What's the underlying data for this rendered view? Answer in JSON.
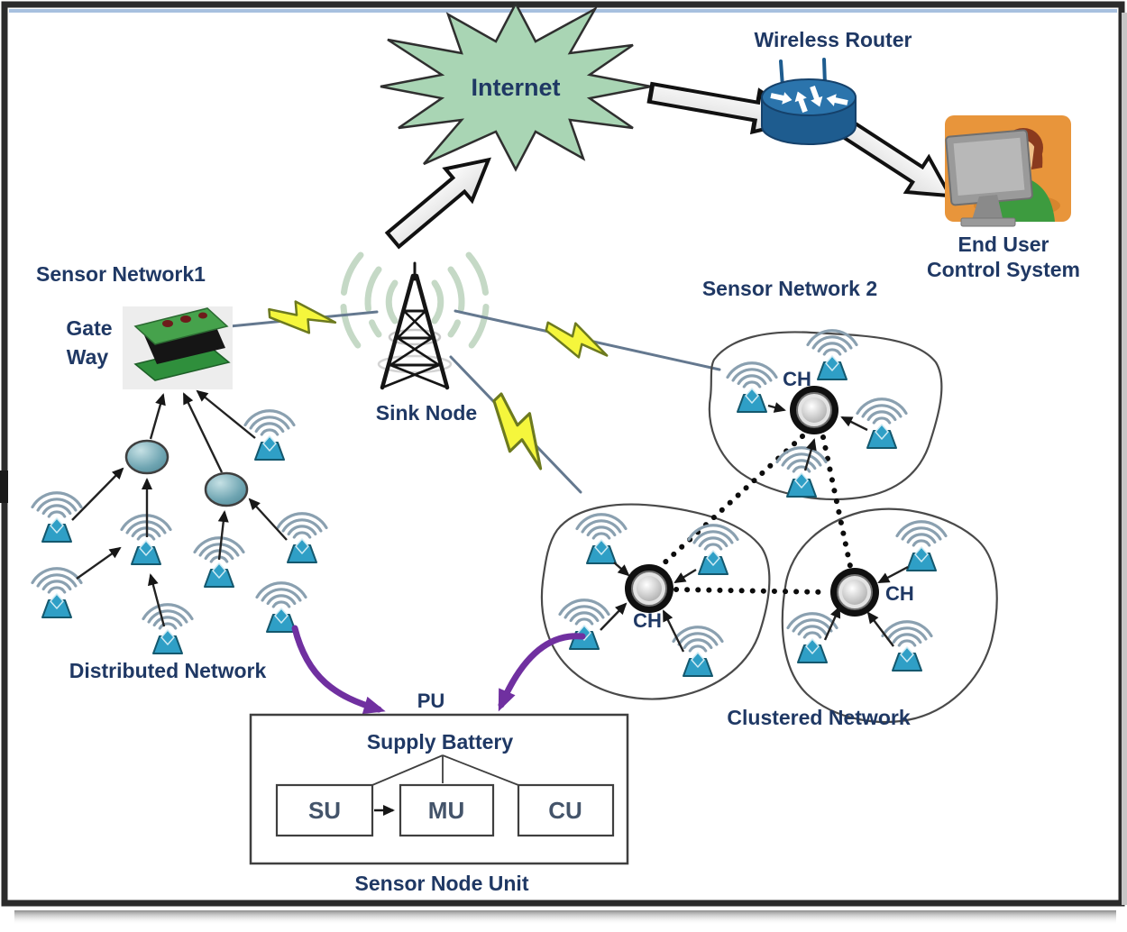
{
  "nodes": {
    "internet": "Internet",
    "wireless_router": "Wireless Router",
    "end_user_line1": "End User",
    "end_user_line2": "Control System",
    "sensor_network1": "Sensor Network1",
    "gateway_line1": "Gate",
    "gateway_line2": "Way",
    "sink_node": "Sink Node",
    "sensor_network2": "Sensor Network 2",
    "distributed_network": "Distributed Network",
    "clustered_network": "Clustered Network",
    "cluster_head": "CH",
    "pu": "PU",
    "supply_battery": "Supply Battery",
    "su": "SU",
    "mu": "MU",
    "cu": "CU",
    "sensor_node_unit": "Sensor Node Unit"
  },
  "colors": {
    "label_navy": "#1F3864",
    "internet_fill": "#A9D5B4",
    "router_blue": "#2B74AC",
    "sensor_node_blue": "#2F9FC6",
    "wifi_arc_gray": "#8AA0B0",
    "relay_teal": "#6FA5B2",
    "lightning_yellow": "#F5F63C",
    "power_purple": "#7030A0",
    "end_user_orange": "#E8953B",
    "gateway_pcb_green": "#3E9B45",
    "frame_dark": "#2B2B2B",
    "frame_blue_strip": "#A7C0DF"
  }
}
